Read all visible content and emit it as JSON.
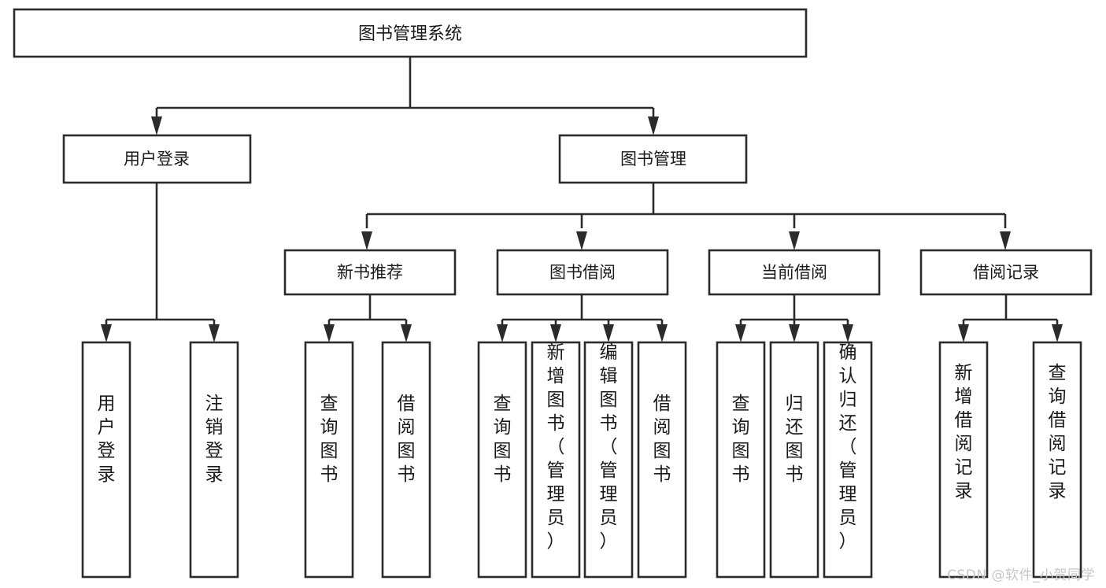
{
  "diagram": {
    "title": "图书管理系统",
    "type": "tree",
    "watermark": "CSDN @软件_小贺同学",
    "colors": {
      "box_stroke": "#2b2b2b",
      "box_fill": "#ffffff",
      "text": "#1a1a1a",
      "background": "#ffffff",
      "watermark": "#c7c7c7"
    },
    "levels": {
      "root": {
        "label": "图书管理系统"
      },
      "level2": [
        {
          "label": "用户登录"
        },
        {
          "label": "图书管理"
        }
      ],
      "level3": [
        {
          "label": "新书推荐"
        },
        {
          "label": "图书借阅"
        },
        {
          "label": "当前借阅"
        },
        {
          "label": "借阅记录"
        }
      ],
      "leaves": {
        "user_login": [
          {
            "label": "用户登录"
          },
          {
            "label": "注销登录"
          }
        ],
        "new_book_recommend": [
          {
            "label": "查询图书"
          },
          {
            "label": "借阅图书"
          }
        ],
        "book_borrow": [
          {
            "label": "查询图书"
          },
          {
            "label": "新增图书（管理员）"
          },
          {
            "label": "编辑图书（管理员）"
          },
          {
            "label": "借阅图书"
          }
        ],
        "current_borrow": [
          {
            "label": "查询图书"
          },
          {
            "label": "归还图书"
          },
          {
            "label": "确认归还（管理员）"
          }
        ],
        "borrow_record": [
          {
            "label": "新增借阅记录"
          },
          {
            "label": "查询借阅记录"
          }
        ]
      }
    }
  }
}
